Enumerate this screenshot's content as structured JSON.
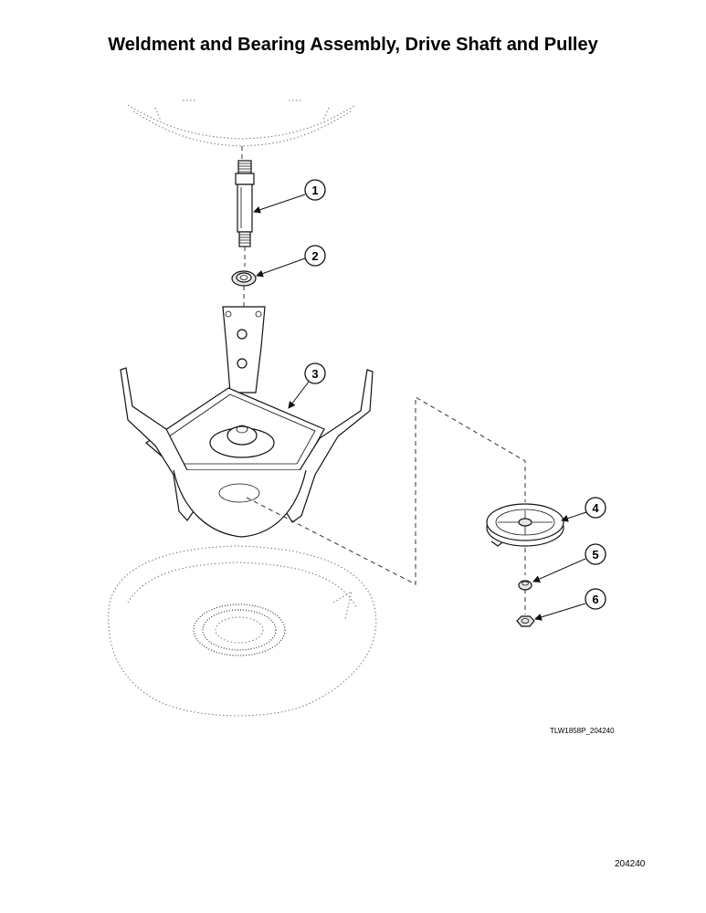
{
  "title": "Weldment and Bearing Assembly, Drive Shaft and Pulley",
  "callouts": [
    "1",
    "2",
    "3",
    "4",
    "5",
    "6"
  ],
  "drawing_code": "TLW1858P_204240",
  "page_number": "204240"
}
